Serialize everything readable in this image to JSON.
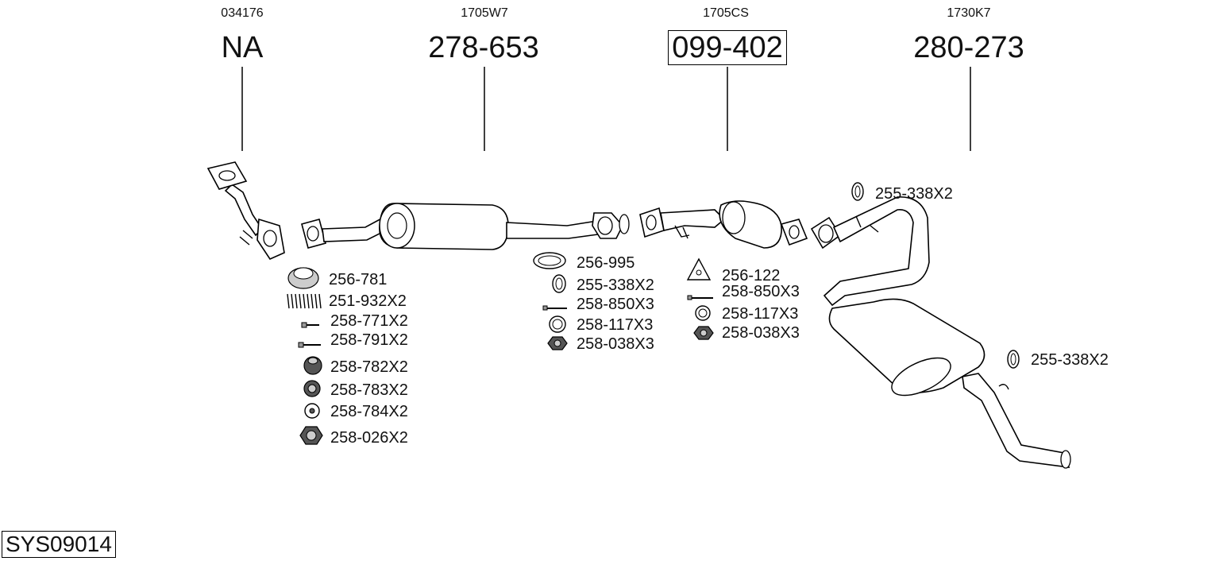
{
  "columns": [
    {
      "code": "034176",
      "part": "NA",
      "boxed": false
    },
    {
      "code": "1705W7",
      "part": "278-653",
      "boxed": false
    },
    {
      "code": "1705CS",
      "part": "099-402",
      "boxed": true
    },
    {
      "code": "1730K7",
      "part": "280-273",
      "boxed": false
    }
  ],
  "groups": {
    "downpipe": [
      "256-781",
      "251-932X2",
      "258-771X2",
      "258-791X2",
      "258-782X2",
      "258-783X2",
      "258-784X2",
      "258-026X2"
    ],
    "front_silencer": [
      "256-995",
      "255-338X2",
      "258-850X3",
      "258-117X3",
      "258-038X3"
    ],
    "catalyst": [
      "256-122",
      "258-850X3",
      "258-117X3",
      "258-038X3"
    ],
    "rear_top": [
      "255-338X2"
    ],
    "rear_right": [
      "255-338X2"
    ]
  },
  "system_id": "SYS09014"
}
